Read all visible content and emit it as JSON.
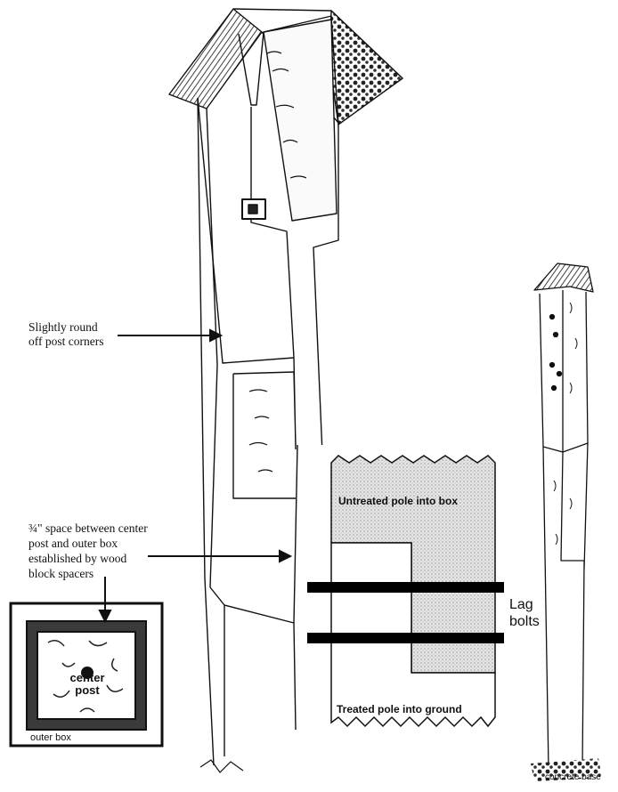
{
  "labels": {
    "round_corners_line1": "Slightly round",
    "round_corners_line2": "off post corners",
    "spacer_line1": "¾\" space between center",
    "spacer_line2": "post and outer box",
    "spacer_line3": "established by wood",
    "spacer_line4": "block spacers",
    "center_line1": "center",
    "center_line2": "post",
    "outer_box": "outer box",
    "untreated": "Untreated pole into box",
    "treated": "Treated pole into ground",
    "lag_line1": "Lag",
    "lag_line2": "bolts",
    "concrete": "concrete base"
  },
  "colors": {
    "ink": "#111111",
    "stipple": "#d9d9d9",
    "roof_dark": "#2a2a2a"
  }
}
